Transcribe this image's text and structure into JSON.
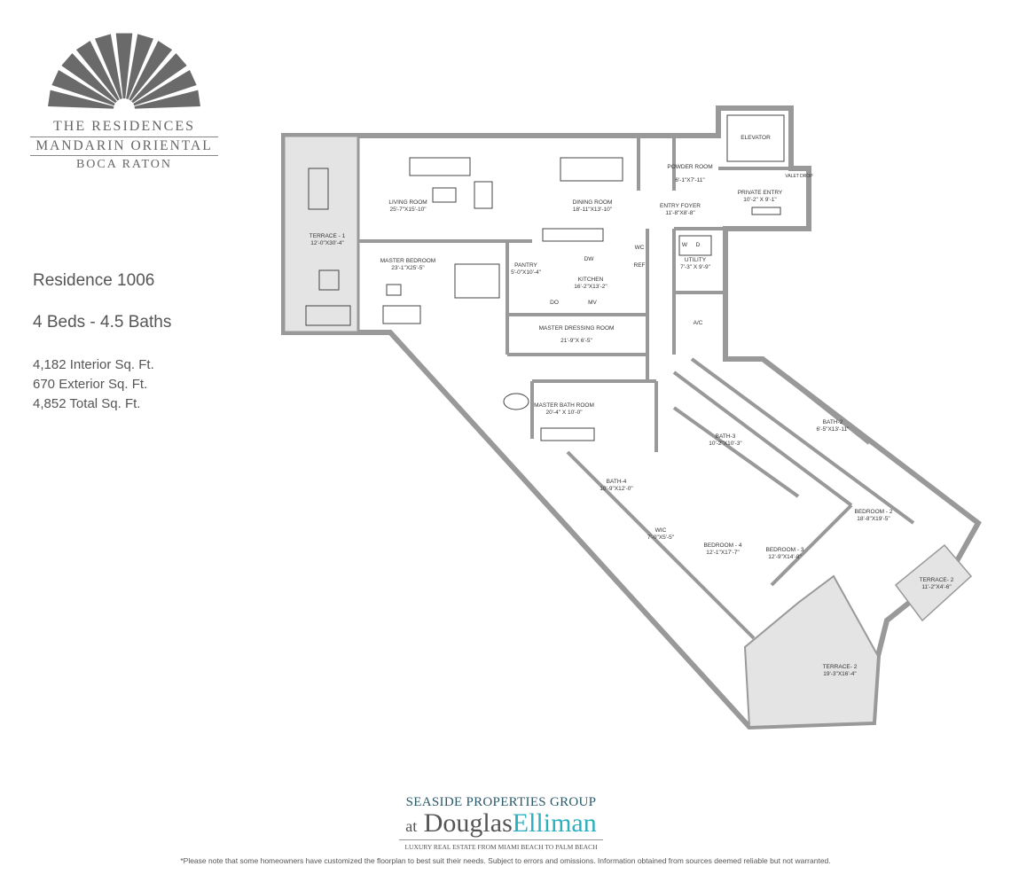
{
  "logo": {
    "line1": "THE RESIDENCES",
    "line2": "MANDARIN ORIENTAL",
    "line3": "BOCA RATON"
  },
  "residence": {
    "title": "Residence 1006",
    "beds_baths": "4 Beds - 4.5 Baths",
    "interior": "4,182 Interior Sq. Ft.",
    "exterior": "670 Exterior Sq. Ft.",
    "total": "4,852 Total Sq. Ft."
  },
  "rooms": {
    "terrace1": {
      "name": "TERRACE - 1",
      "dim": "12'-0\"X30'-4\""
    },
    "living": {
      "name": "LIVING ROOM",
      "dim": "25'-7\"X15'-10\""
    },
    "dining": {
      "name": "DINING ROOM",
      "dim": "18'-11\"X13'-10\""
    },
    "master_bed": {
      "name": "MASTER BEDROOM",
      "dim": "23'-1\"X25'-5\""
    },
    "pantry": {
      "name": "PANTRY",
      "dim": "5'-0\"X10'-4\""
    },
    "kitchen": {
      "name": "KITCHEN",
      "dim": "16'-2\"X13'-2\""
    },
    "dressing": {
      "name": "MASTER DRESSING ROOM",
      "dim": "21'-9\"X 6'-5\""
    },
    "powder": {
      "name": "POWDER ROOM",
      "dim": "6'-1\"X7'-11\""
    },
    "elevator": {
      "name": "ELEVATOR"
    },
    "private_entry": {
      "name": "PRIVATE ENTRY",
      "dim": "10'-2\" X 9'-1\""
    },
    "valet": {
      "name": "VALET DROP"
    },
    "foyer": {
      "name": "ENTRY FOYER",
      "dim": "11'-8\"X8'-8\""
    },
    "utility": {
      "name": "UTILITY",
      "dim": "7'-3\" X 9'-9\""
    },
    "ac": {
      "name": "A/C"
    },
    "master_bath": {
      "name": "MASTER BATH ROOM",
      "dim": "20'-4\" X 10'-0\""
    },
    "bath2": {
      "name": "BATH-2",
      "dim": "6'-5\"X13'-11\""
    },
    "bath3": {
      "name": "BATH-3",
      "dim": "10'-2\"X10'-3\""
    },
    "bath4": {
      "name": "BATH-4",
      "dim": "10'-9\"X12'-0\""
    },
    "wic": {
      "name": "WIC",
      "dim": "7'-0\"X5'-5\""
    },
    "bed2": {
      "name": "BEDROOM - 2",
      "dim": "18'-8\"X19'-5\""
    },
    "bed3": {
      "name": "BEDROOM - 3",
      "dim": "12'-9\"X14'-8\""
    },
    "bed4": {
      "name": "BEDROOM - 4",
      "dim": "12'-1\"X17'-7\""
    },
    "terrace2a": {
      "name": "TERRACE- 2",
      "dim": "11'-2\"X4'-6\""
    },
    "terrace2b": {
      "name": "TERRACE- 2",
      "dim": "19'-3\"X16'-4\""
    },
    "appliances": {
      "wc": "WC",
      "ref": "REF",
      "dw": "DW",
      "do": "DO",
      "mv": "MV",
      "w": "W",
      "d": "D"
    }
  },
  "brand": {
    "line1": "SEASIDE PROPERTIES GROUP",
    "at": "at",
    "douglas": "Douglas",
    "elliman": "Elliman",
    "tagline": "LUXURY REAL ESTATE FROM MIAMI BEACH TO PALM BEACH"
  },
  "disclaimer": "*Please note that some homeowners have customized the floorplan to best suit their needs. Subject to errors and omissions. Information obtained from sources deemed reliable but not warranted.",
  "colors": {
    "wall": "#999999",
    "terrace": "#e4e4e4",
    "brand_teal": "#2bb0c0"
  }
}
